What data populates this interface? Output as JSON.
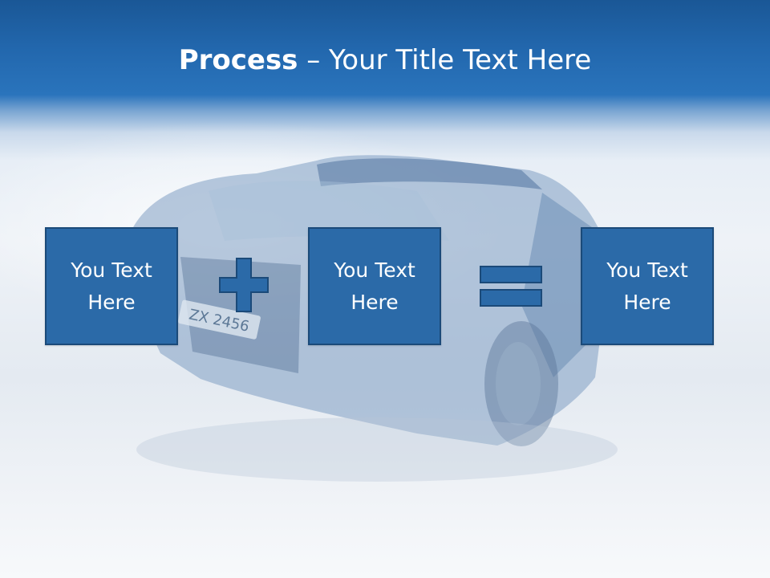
{
  "slide": {
    "title_bold": "Process",
    "title_rest": " – Your Title Text Here",
    "boxes": [
      {
        "label": "You Text Here"
      },
      {
        "label": "You Text Here"
      },
      {
        "label": "You Text Here"
      }
    ],
    "operators": [
      "plus-icon",
      "equals-icon"
    ],
    "colors": {
      "title_band": "#2267ad",
      "box_fill": "#2b6aa8",
      "box_border": "#1b4a79",
      "text": "#ffffff"
    }
  }
}
